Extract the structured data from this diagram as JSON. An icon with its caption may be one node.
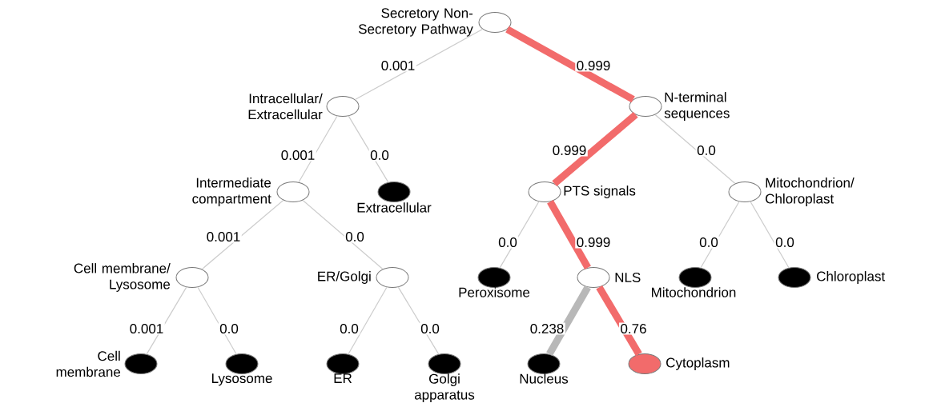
{
  "diagram": {
    "nodes": [
      {
        "text": [
          "Secretory Non-Secretory Pathway"
        ]
      },
      {
        "text": [
          "Intracellular/ Extracellular"
        ]
      },
      {
        "text": [
          "N-terminal sequences"
        ]
      },
      {
        "text": [
          "Intermediate compartment"
        ]
      },
      {
        "text": [
          "Extracellular"
        ]
      },
      {
        "text": [
          "PTS signals"
        ]
      },
      {
        "text": [
          "Mitochondrion/ Chloroplast"
        ]
      },
      {
        "text": [
          "Cell membrane/ Lysosome"
        ]
      },
      {
        "text": [
          "ER/Golgi"
        ]
      },
      {
        "text": [
          "Peroxisome"
        ]
      },
      {
        "text": [
          "NLS"
        ]
      },
      {
        "text": [
          "Mitochondrion"
        ]
      },
      {
        "text": [
          "Chloroplast"
        ]
      },
      {
        "text": [
          "Cell membrane"
        ]
      },
      {
        "text": [
          "Lysosome"
        ]
      },
      {
        "text": [
          "ER"
        ]
      },
      {
        "text": [
          "Golgi apparatus"
        ]
      },
      {
        "text": [
          "Nucleus"
        ]
      },
      {
        "text": [
          "Cytoplasm"
        ]
      }
    ],
    "edges": [
      {
        "from": 0,
        "to": 1,
        "arrow": "none",
        "label": "0.001"
      },
      {
        "from": 0,
        "to": 2,
        "arrow": "none",
        "label": "0.999",
        "style": "thick",
        "color": "#f26b6b"
      },
      {
        "from": 1,
        "to": 3,
        "arrow": "none",
        "label": "0.001"
      },
      {
        "from": 1,
        "to": 4,
        "arrow": "none",
        "label": "0.0"
      },
      {
        "from": 2,
        "to": 5,
        "arrow": "none",
        "label": "0.999",
        "style": "thick",
        "color": "#f26b6b"
      },
      {
        "from": 2,
        "to": 6,
        "arrow": "none",
        "label": "0.0"
      },
      {
        "from": 3,
        "to": 7,
        "arrow": "none",
        "label": "0.001"
      },
      {
        "from": 3,
        "to": 8,
        "arrow": "none",
        "label": "0.0"
      },
      {
        "from": 5,
        "to": 9,
        "arrow": "none",
        "label": "0.0"
      },
      {
        "from": 5,
        "to": 10,
        "arrow": "none",
        "label": "0.999",
        "style": "thick",
        "color": "#f26b6b"
      },
      {
        "from": 6,
        "to": 11,
        "arrow": "none",
        "label": "0.0"
      },
      {
        "from": 6,
        "to": 12,
        "arrow": "none",
        "label": "0.0"
      },
      {
        "from": 7,
        "to": 13,
        "arrow": "none",
        "label": "0.001"
      },
      {
        "from": 7,
        "to": 14,
        "arrow": "none",
        "label": "0.0"
      },
      {
        "from": 8,
        "to": 15,
        "arrow": "none",
        "label": "0.0"
      },
      {
        "from": 8,
        "to": 16,
        "arrow": "none",
        "label": "0.0"
      },
      {
        "from": 10,
        "to": 17,
        "arrow": "none",
        "label": "0.238",
        "style": "thick",
        "color": "#b8b8b8"
      },
      {
        "from": 10,
        "to": 18,
        "arrow": "none",
        "label": "0.76",
        "style": "thick",
        "color": "#f26b6b"
      }
    ]
  }
}
